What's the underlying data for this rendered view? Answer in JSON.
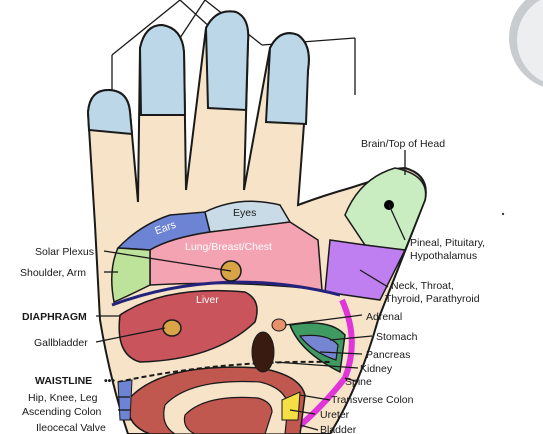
{
  "labels": {
    "brain": "Brain/Top of Head",
    "pineal": "Pineal, Pituitary,",
    "pineal2": "Hypothalamus",
    "neck": "Neck, Throat,",
    "neck2": "Thyroid, Parathyroid",
    "adrenal": "Adrenal",
    "stomach": "Stomach",
    "pancreas": "Pancreas",
    "kidney": "Kidney",
    "spine": "Spine",
    "transverse": "Transverse Colon",
    "ureter": "Ureter",
    "bladder": "Bladder",
    "solar": "Solar Plexus",
    "shoulder": "Shoulder, Arm",
    "diaphragm": "DIAPHRAGM",
    "gallbladder": "Gallbladder",
    "waistline": "WAISTLINE",
    "hip": "Hip, Knee, Leg",
    "ascending": "Ascending Colon",
    "ileocecal": "Ileocecal Valve"
  },
  "in_labels": {
    "ears": "Ears",
    "eyes": "Eyes",
    "lung": "Lung/Breast/Chest",
    "liver": "Liver"
  },
  "colors": {
    "skin": "#f6e3c8",
    "fingertip": "#bcd8e8",
    "ears": "#6d83d4",
    "eyes": "#c9dbe6",
    "lung": "#f4a3b3",
    "shoulder": "#bde39a",
    "liver": "#c9545c",
    "thumbtip": "#c9ecc0",
    "neck": "#bf7ff0",
    "stomach_outer": "#3f9a62",
    "pancreas": "#7585d2",
    "spine_band": "#e035d9",
    "colon": "#c0584f",
    "ureter": "#f4e045",
    "diaphragm_line": "#23237c"
  }
}
